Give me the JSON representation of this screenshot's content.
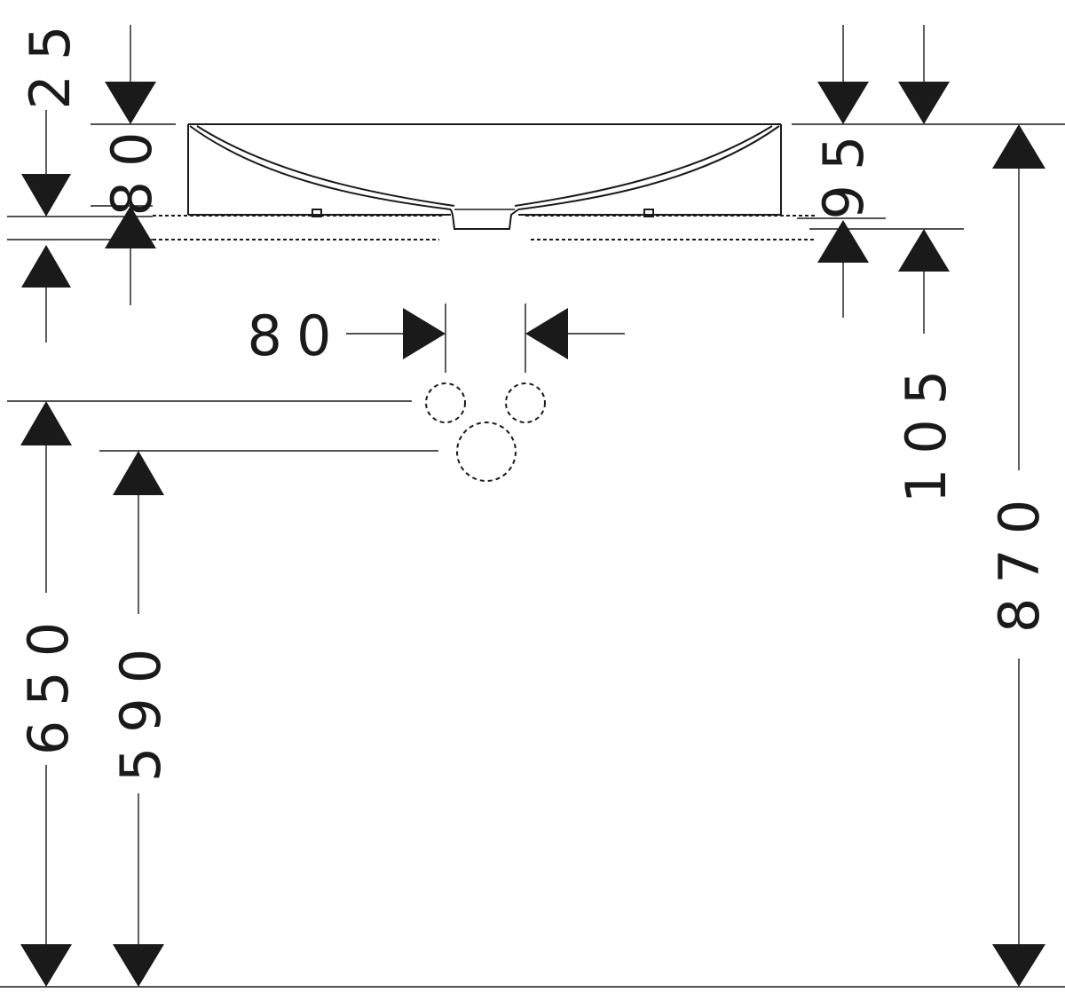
{
  "dimensions": {
    "d25": "25",
    "d80_top": "80",
    "d95": "95",
    "d80_spacing": "80",
    "d105": "105",
    "d650": "650",
    "d590": "590",
    "d870": "870"
  }
}
